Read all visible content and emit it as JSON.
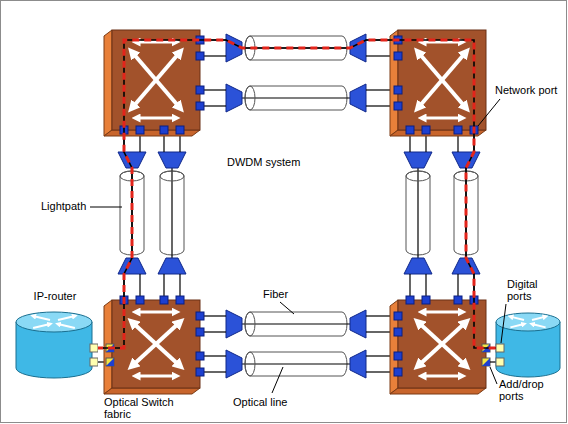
{
  "diagram": {
    "nodes": [
      {
        "text": [
          "IP-router"
        ]
      },
      {
        "text": [
          "Optical Switch fabric"
        ]
      }
    ],
    "edges": [
      {
        "from": 0,
        "to": 1,
        "arrow": "none"
      },
      {
        "from": 0,
        "to": 1,
        "arrow": "none"
      }
    ],
    "labels": [
      "Network port",
      "DWDM system",
      "Lightpath",
      "Fiber",
      "Digital ports",
      "Add/drop ports",
      "Optical line"
    ]
  }
}
